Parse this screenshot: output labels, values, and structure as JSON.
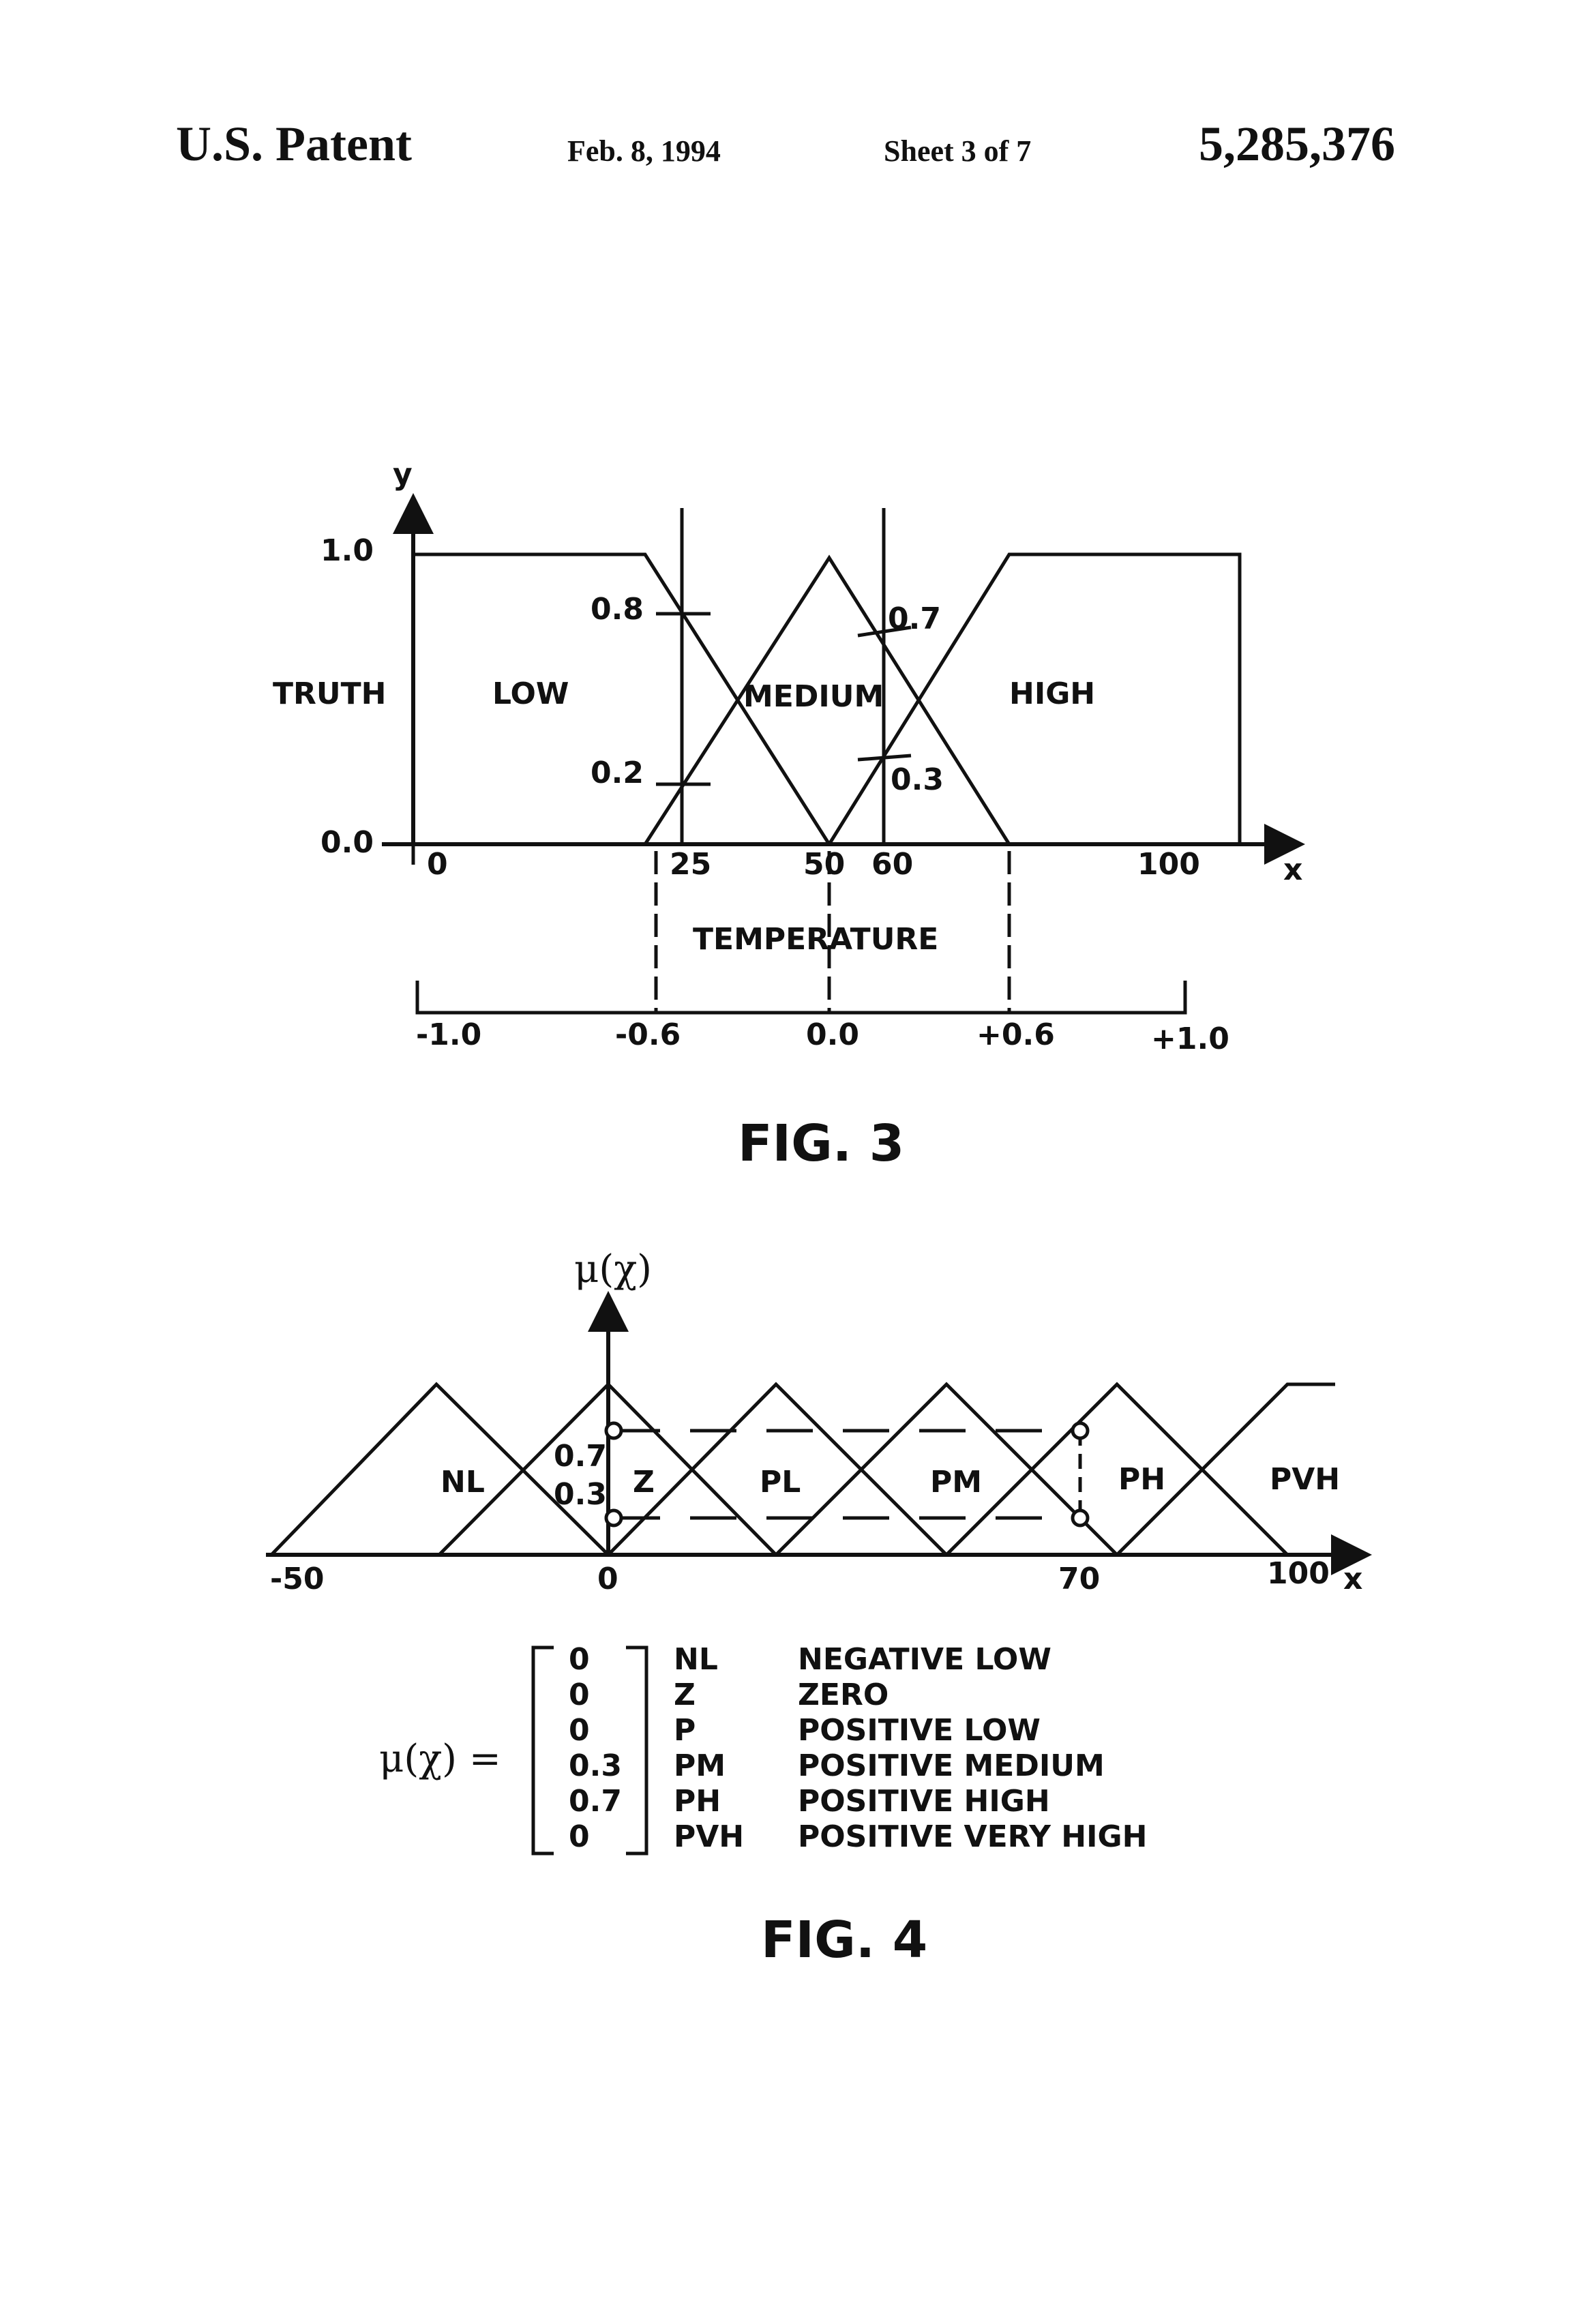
{
  "header": {
    "left": "U.S. Patent",
    "date": "Feb. 8, 1994",
    "sheet": "Sheet 3 of 7",
    "number": "5,285,376"
  },
  "fig3": {
    "caption": "FIG. 3",
    "y_axis_label": "y",
    "x_axis_label": "x",
    "y_ticks": [
      "1.0",
      "0.0"
    ],
    "truth_label": "TRUTH",
    "set_labels": [
      "LOW",
      "MEDIUM",
      "HIGH"
    ],
    "x_ticks": [
      "0",
      "25",
      "50",
      "60",
      "100"
    ],
    "membership_values": [
      "0.8",
      "0.2",
      "0.7",
      "0.3"
    ],
    "temperature_label": "TEMPERATURE",
    "normalized_ticks": [
      "-1.0",
      "-0.6",
      "0.0",
      "+0.6",
      "+1.0"
    ]
  },
  "fig4": {
    "caption": "FIG. 4",
    "axis_label": "μ(χ)",
    "x_axis_label": "x",
    "x_ticks": [
      "-50",
      "0",
      "70",
      "100"
    ],
    "set_labels": [
      "NL",
      "Z",
      "PL",
      "PM",
      "PH",
      "PVH"
    ],
    "intercept_values": [
      "0.7",
      "0.3"
    ],
    "matrix_lhs": "μ(χ) =",
    "matrix_rows": [
      {
        "value": "0",
        "code": "NL",
        "name": "NEGATIVE  LOW"
      },
      {
        "value": "0",
        "code": "Z",
        "name": "ZERO"
      },
      {
        "value": "0",
        "code": "P",
        "name": "POSITIVE  LOW"
      },
      {
        "value": "0.3",
        "code": "PM",
        "name": "POSITIVE  MEDIUM"
      },
      {
        "value": "0.7",
        "code": "PH",
        "name": "POSITIVE  HIGH"
      },
      {
        "value": "0",
        "code": "PVH",
        "name": "POSITIVE  VERY  HIGH"
      }
    ]
  }
}
